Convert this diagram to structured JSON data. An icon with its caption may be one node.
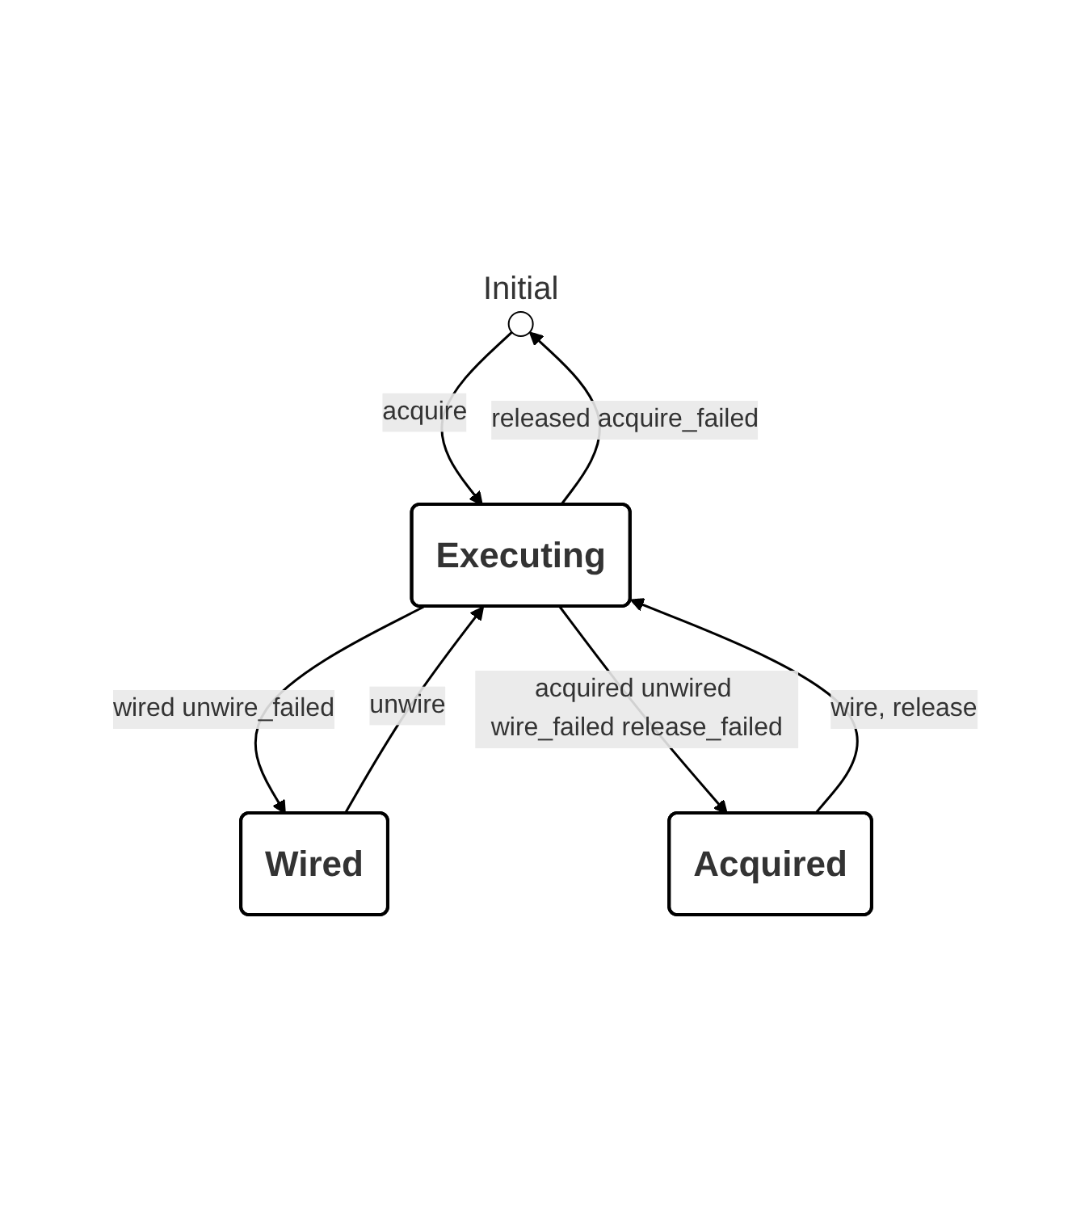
{
  "diagram": {
    "nodes": [
      {
        "text": [],
        "shape": "circle",
        "beside": [
          "Initial"
        ]
      },
      {
        "text": [
          "Executing"
        ]
      },
      {
        "text": [
          "Wired"
        ]
      },
      {
        "text": [
          "Acquired"
        ]
      }
    ],
    "edges": [
      {
        "from": 0,
        "to": 1,
        "arrow": "to",
        "label": "acquire"
      },
      {
        "from": 1,
        "to": 0,
        "arrow": "to",
        "label": "released acquire_failed"
      },
      {
        "from": 2,
        "to": 1,
        "arrow": "to",
        "label": "unwire"
      },
      {
        "from": 1,
        "to": 2,
        "arrow": "to",
        "label": "wired unwire_failed"
      },
      {
        "from": 1,
        "to": 3,
        "arrow": "to",
        "label": "acquired unwired wire_failed release_failed"
      },
      {
        "from": 3,
        "to": 1,
        "arrow": "to",
        "label": "wire, release"
      }
    ]
  }
}
